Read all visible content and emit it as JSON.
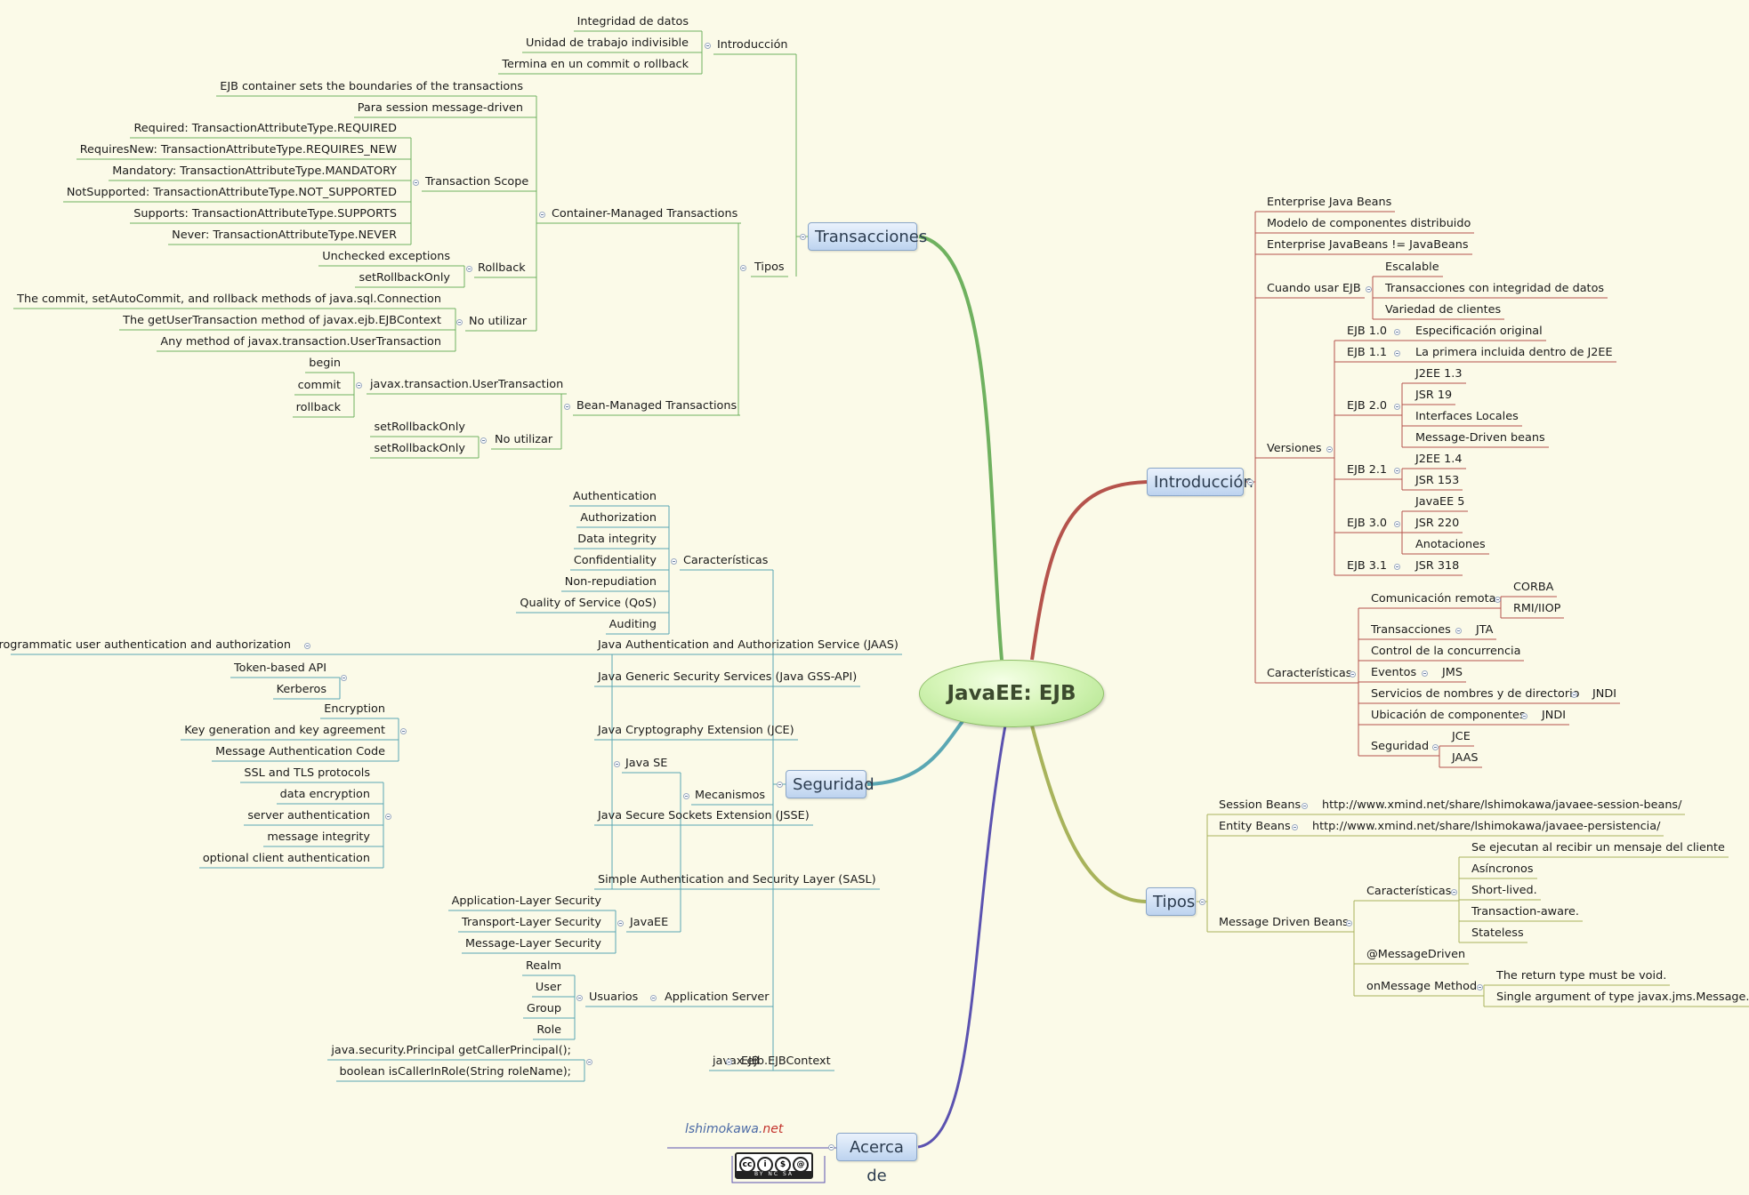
{
  "title": "JavaEE: EJB",
  "branches": {
    "transacciones": {
      "label": "Transacciones",
      "introduccion": {
        "label": "Introducción",
        "items": [
          "Integridad de datos",
          "Unidad de trabajo indivisible",
          "Termina en un commit o rollback"
        ]
      },
      "tipos": {
        "label": "Tipos",
        "cmt": {
          "label": "Container-Managed Transactions",
          "items": [
            "EJB container sets the boundaries of the transactions",
            "Para session message-driven"
          ],
          "scope": {
            "label": "Transaction Scope",
            "items": [
              "Required: TransactionAttributeType.REQUIRED",
              "RequiresNew: TransactionAttributeType.REQUIRES_NEW",
              "Mandatory: TransactionAttributeType.MANDATORY",
              "NotSupported: TransactionAttributeType.NOT_SUPPORTED",
              "Supports: TransactionAttributeType.SUPPORTS",
              "Never: TransactionAttributeType.NEVER"
            ]
          },
          "rollback": {
            "label": "Rollback",
            "items": [
              "Unchecked exceptions",
              "setRollbackOnly"
            ]
          },
          "no_utilizar": {
            "label": "No utilizar",
            "items": [
              "The commit, setAutoCommit, and rollback methods of java.sql.Connection",
              "The getUserTransaction method of javax.ejb.EJBContext",
              "Any method of javax.transaction.UserTransaction"
            ]
          }
        },
        "bmt": {
          "label": "Bean-Managed Transactions",
          "user_tx": {
            "label": "javax.transaction.UserTransaction",
            "items": [
              "begin",
              "commit",
              "rollback"
            ]
          },
          "no_utilizar": {
            "label": "No utilizar",
            "items": [
              "setRollbackOnly",
              "setRollbackOnly"
            ]
          }
        }
      }
    },
    "seguridad": {
      "label": "Seguridad",
      "caracteristicas": {
        "label": "Características",
        "items": [
          "Authentication",
          "Authorization",
          "Data integrity",
          "Confidentiality",
          "Non-repudiation",
          "Quality of Service (QoS)",
          "Auditing"
        ]
      },
      "mecanismos": {
        "label": "Mecanismos",
        "javase": {
          "label": "Java SE",
          "jaas": {
            "label": "Java Authentication and Authorization Service (JAAS)",
            "items": [
              "Programmatic user authentication and authorization"
            ]
          },
          "gss": {
            "label": "Java Generic Security Services (Java GSS-API)",
            "items": [
              "Token-based API",
              "Kerberos"
            ]
          },
          "jce": {
            "label": "Java Cryptography Extension (JCE)",
            "items": [
              "Encryption",
              "Key generation and key agreement",
              "Message Authentication Code"
            ]
          },
          "jsse": {
            "label": "Java Secure Sockets Extension (JSSE)",
            "items": [
              "SSL and TLS protocols",
              "data encryption",
              "server authentication",
              "message integrity",
              "optional client authentication"
            ]
          },
          "sasl": "Simple Authentication and Security Layer (SASL)"
        },
        "javaee": {
          "label": "JavaEE",
          "items": [
            "Application-Layer Security",
            "Transport-Layer Security",
            "Message-Layer Security"
          ]
        },
        "appserver": {
          "label": "Application Server",
          "usuarios": {
            "label": "Usuarios",
            "items": [
              "Realm",
              "User",
              "Group",
              "Role"
            ]
          }
        },
        "ejb": {
          "label": "EJB",
          "ejbcontext": {
            "label": "javax.ejb.EJBContext",
            "items": [
              "java.security.Principal getCallerPrincipal();",
              "boolean isCallerInRole(String roleName);"
            ]
          }
        }
      }
    },
    "acerca": {
      "label": "Acerca de",
      "logo_text": "lshimokawa.net",
      "license": "BY NC SA"
    },
    "introduccion": {
      "label": "Introducción",
      "items": [
        "Enterprise Java Beans",
        "Modelo de componentes distribuido",
        "Enterprise JavaBeans != JavaBeans"
      ],
      "cuando": {
        "label": "Cuando usar EJB",
        "items": [
          "Escalable",
          "Transacciones con integridad de datos",
          "Variedad de clientes"
        ]
      },
      "versiones": {
        "label": "Versiones",
        "v10": {
          "label": "EJB 1.0",
          "items": [
            "Especificación original"
          ]
        },
        "v11": {
          "label": "EJB 1.1",
          "items": [
            "La primera incluida dentro de J2EE"
          ]
        },
        "v20": {
          "label": "EJB 2.0",
          "items": [
            "J2EE 1.3",
            "JSR 19",
            "Interfaces Locales",
            "Message-Driven beans"
          ]
        },
        "v21": {
          "label": "EJB 2.1",
          "items": [
            "J2EE 1.4",
            "JSR 153"
          ]
        },
        "v30": {
          "label": "EJB 3.0",
          "items": [
            "JavaEE 5",
            "JSR 220",
            "Anotaciones"
          ]
        },
        "v31": {
          "label": "EJB 3.1",
          "items": [
            "JSR 318"
          ]
        }
      },
      "caracteristicas": {
        "label": "Características",
        "remota": {
          "label": "Comunicación remota",
          "items": [
            "CORBA",
            "RMI/IIOP"
          ]
        },
        "transacciones": {
          "label": "Transacciones",
          "items": [
            "JTA"
          ]
        },
        "concurrencia": "Control de la concurrencia",
        "eventos": {
          "label": "Eventos",
          "items": [
            "JMS"
          ]
        },
        "nombres": {
          "label": "Servicios de nombres y de directorio",
          "items": [
            "JNDI"
          ]
        },
        "ubicacion": {
          "label": "Ubicación de componentes",
          "items": [
            "JNDI"
          ]
        },
        "seguridad": {
          "label": "Seguridad",
          "items": [
            "JCE",
            "JAAS"
          ]
        }
      }
    },
    "tipos": {
      "label": "Tipos",
      "session": {
        "label": "Session Beans",
        "items": [
          "http://www.xmind.net/share/lshimokawa/javaee-session-beans/"
        ]
      },
      "entity": {
        "label": "Entity Beans",
        "items": [
          "http://www.xmind.net/share/lshimokawa/javaee-persistencia/"
        ]
      },
      "mdb": {
        "label": "Message Driven Beans",
        "caracteristicas": {
          "label": "Características",
          "items": [
            "Se ejecutan al recibir un mensaje del cliente",
            "Asíncronos",
            "Short-lived.",
            "Transaction-aware.",
            "Stateless"
          ]
        },
        "anotacion": "@MessageDriven",
        "onmessage": {
          "label": "onMessage Method",
          "items": [
            "The return type must be void.",
            "Single argument of type javax.jms.Message."
          ]
        }
      }
    }
  },
  "colors": {
    "transacciones": "#6fb15f",
    "seguridad": "#5aa7b3",
    "acerca": "#5b52b0",
    "introduccion": "#b5534c",
    "tipos": "#a8b35b"
  }
}
